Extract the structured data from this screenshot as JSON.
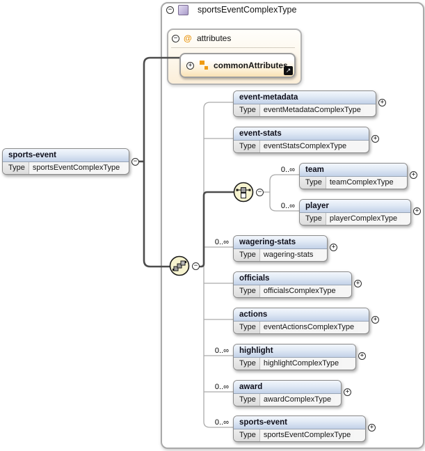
{
  "labels": {
    "type": "Type"
  },
  "icons": {
    "minus": "−",
    "plus": "+",
    "at": "@",
    "expand_arrow": "↗"
  },
  "container": {
    "title": "sportsEventComplexType"
  },
  "root": {
    "name": "sports-event",
    "type": "sportsEventComplexType"
  },
  "attributes": {
    "label": "attributes",
    "item": {
      "name": "commonAttributes"
    }
  },
  "children": [
    {
      "name": "event-metadata",
      "type": "eventMetadataComplexType",
      "occurs": ""
    },
    {
      "name": "event-stats",
      "type": "eventStatsComplexType",
      "occurs": ""
    },
    {
      "name": "team",
      "type": "teamComplexType",
      "occurs": "0..∞"
    },
    {
      "name": "player",
      "type": "playerComplexType",
      "occurs": "0..∞"
    },
    {
      "name": "wagering-stats",
      "type": "wagering-stats",
      "occurs": "0..∞"
    },
    {
      "name": "officials",
      "type": "officialsComplexType",
      "occurs": ""
    },
    {
      "name": "actions",
      "type": "eventActionsComplexType",
      "occurs": ""
    },
    {
      "name": "highlight",
      "type": "highlightComplexType",
      "occurs": "0..∞"
    },
    {
      "name": "award",
      "type": "awardComplexType",
      "occurs": "0..∞"
    },
    {
      "name": "sports-event",
      "type": "sportsEventComplexType",
      "occurs": "0..∞"
    }
  ],
  "colors": {
    "box_header": "#c2d1e8",
    "group_fill": "#fbeed8",
    "compositor_fill": "#f6f3cf",
    "accent_orange": "#ef9b13",
    "accent_purple": "#b1a6cc"
  }
}
